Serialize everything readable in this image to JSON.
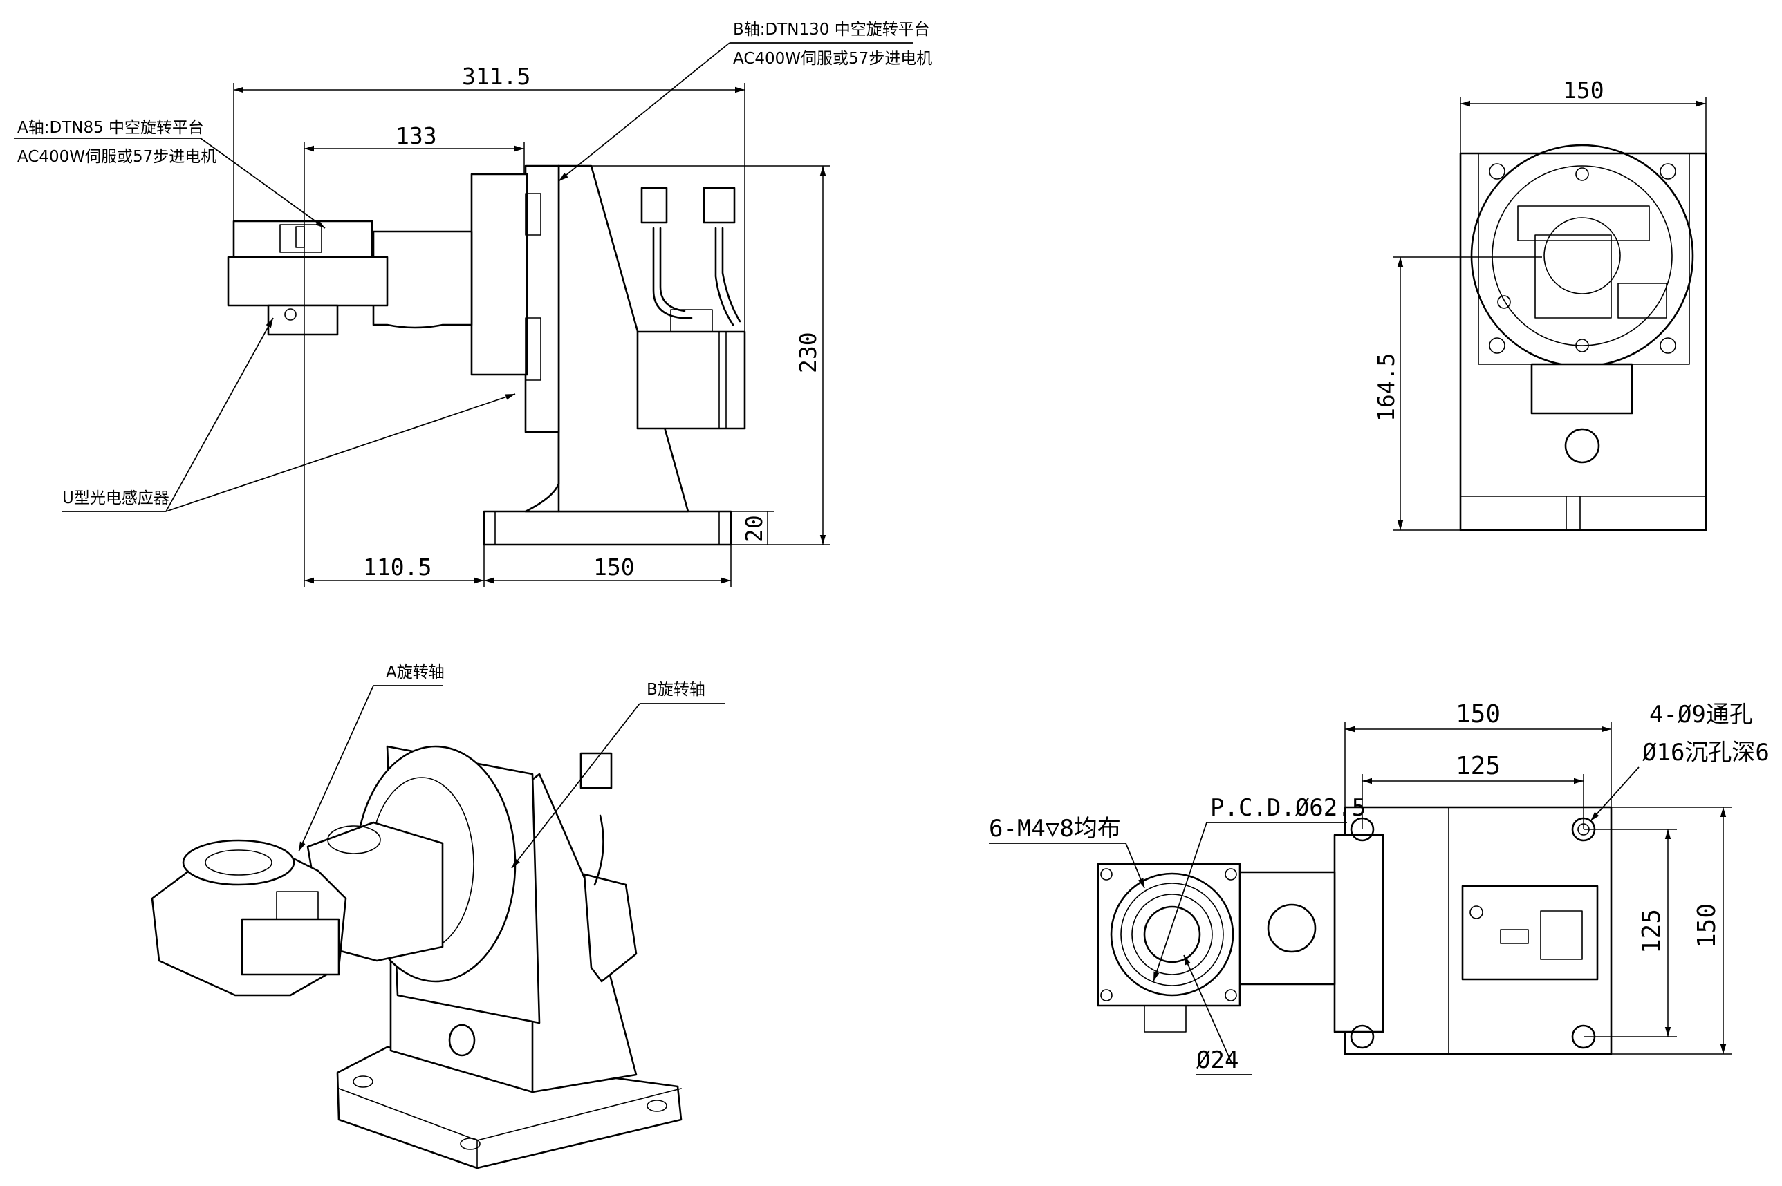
{
  "dimensions": {
    "top_overall_width": "311.5",
    "top_inner_width": "133",
    "top_height": "230",
    "base_height": "20",
    "bottom_left_offset": "110.5",
    "bottom_base_width": "150",
    "right_view_width": "150",
    "right_view_height": "164.5",
    "bottom_view_width": "150",
    "bottom_view_hole_spacing": "125",
    "bottom_view_height": "150",
    "bottom_view_hole_spacing_v": "125"
  },
  "labels": {
    "a_axis_line1": "A轴:DTN85 中空旋转平台",
    "a_axis_line2": "AC400W伺服或57步进电机",
    "b_axis_line1": "B轴:DTN130 中空旋转平台",
    "b_axis_line2": "AC400W伺服或57步进电机",
    "sensor": "U型光电感应器",
    "a_rotation_axis": "A旋转轴",
    "b_rotation_axis": "B旋转轴",
    "mount_holes_line1": "4-Ø9通孔",
    "mount_holes_line2": "Ø16沉孔深6",
    "thread_holes": "6-M4▽8均布",
    "pcd": "P.C.D.Ø62.5",
    "bore": "Ø24"
  }
}
